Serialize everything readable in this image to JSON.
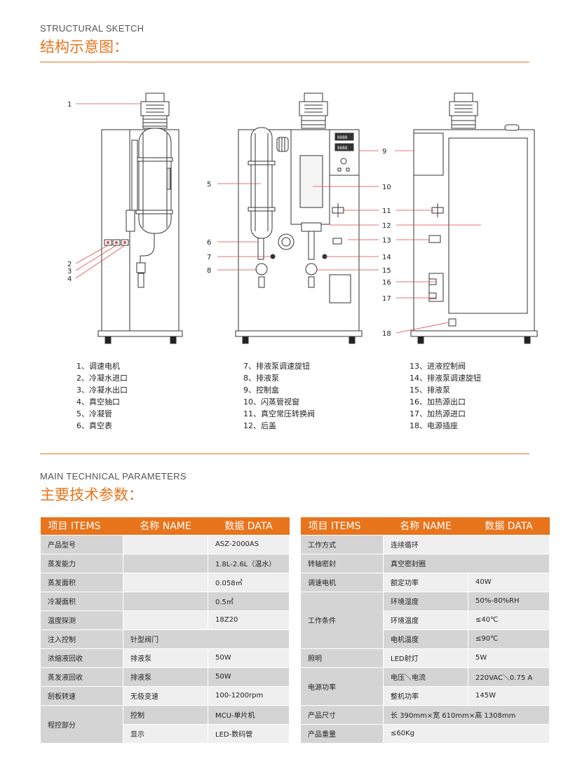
{
  "sketch": {
    "title_en": "STRUCTURAL SKETCH",
    "title_zh": "结构示意图：",
    "callouts": [
      "1",
      "2",
      "3",
      "4",
      "5",
      "6",
      "7",
      "8",
      "9",
      "10",
      "11",
      "12",
      "13",
      "14",
      "15",
      "16",
      "17",
      "18"
    ],
    "display_left": "8888",
    "display_right": "8888"
  },
  "parts": {
    "col1": [
      "1、调速电机",
      "2、冷凝水进口",
      "3、冷凝水出口",
      "4、真空抽口",
      "5、冷凝管",
      "6、真空表"
    ],
    "col2": [
      "7、排液泵调速旋钮",
      "8、排液泵",
      "9、控制盒",
      "10、闪蒸管视窗",
      "11、真空常压转换阀",
      "12、后盖"
    ],
    "col3": [
      "13、进液控制阀",
      "14、排液泵调速旋钮",
      "15、排液泵",
      "16、加热源出口",
      "17、加热源进口",
      "18、电源插座"
    ]
  },
  "params": {
    "title_en": "MAIN TECHNICAL PARAMETERS",
    "title_zh": "主要技术参数：",
    "header": [
      "项目 ITEMS",
      "名称 NAME",
      "数据 DATA"
    ],
    "left": {
      "r1": [
        "产品型号",
        "ASZ-2000AS"
      ],
      "r2": [
        "蒸发能力",
        "1.8L-2.6L（温水）"
      ],
      "r3": [
        "蒸发面积",
        "0.058㎡"
      ],
      "r4": [
        "冷凝面积",
        "0.5㎡"
      ],
      "r5": [
        "温度探测",
        "18Z20"
      ],
      "r6": [
        "注入控制",
        "针型阀门"
      ],
      "r7": [
        "浓缩液回收",
        "排液泵",
        "50W"
      ],
      "r8": [
        "蒸发液回收",
        "排液泵",
        "50W"
      ],
      "r9": [
        "刮板转速",
        "无极变速",
        "100-1200rpm"
      ],
      "r10": [
        "程控部分",
        "控制",
        "MCU-单片机"
      ],
      "r11": [
        "显示",
        "LED-数码管"
      ]
    },
    "right": {
      "r1": [
        "工作方式",
        "连续循环"
      ],
      "r2": [
        "转轴密封",
        "真空密封圈"
      ],
      "r3": [
        "调速电机",
        "额定功率",
        "40W"
      ],
      "r4": [
        "工作条件",
        "环境湿度",
        "50%-80%RH"
      ],
      "r5": [
        "环境温度",
        "≤40℃"
      ],
      "r6": [
        "电机温度",
        "≤90℃"
      ],
      "r7": [
        "照明",
        "LED射灯",
        "5W"
      ],
      "r8": [
        "电源功率",
        "电压＼电流",
        "220VAC＼0.75 A"
      ],
      "r9": [
        "整机功率",
        "145W"
      ],
      "r10": [
        "产品尺寸",
        "长 390mm×宽 610mm×高 1308mm"
      ],
      "r11": [
        "产品重量",
        "≤60Kg"
      ]
    }
  }
}
